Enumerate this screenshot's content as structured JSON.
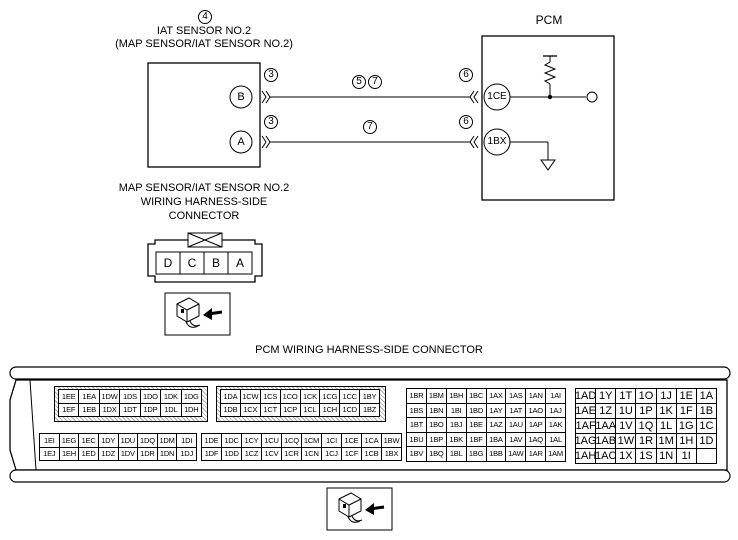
{
  "sensor": {
    "ref_callout": "4",
    "name_line1": "IAT SENSOR NO.2",
    "name_line2": "(MAP SENSOR/IAT SENSOR NO.2)",
    "pin_b": "B",
    "pin_a": "A",
    "pin_b_callout": "3",
    "pin_a_callout": "3"
  },
  "pcm": {
    "title": "PCM",
    "terminal_top": "1CE",
    "terminal_bottom": "1BX",
    "terminal_top_callout": "6",
    "terminal_bottom_callout": "6"
  },
  "wires": {
    "top_callout_a": "5",
    "top_callout_b": "7",
    "bottom_callout": "7"
  },
  "sensor_connector": {
    "caption_line1": "MAP SENSOR/IAT SENSOR NO.2",
    "caption_line2": "WIRING HARNESS-SIDE",
    "caption_line3": "CONNECTOR",
    "pins": [
      "D",
      "C",
      "B",
      "A"
    ]
  },
  "pcm_connector": {
    "caption": "PCM WIRING HARNESS-SIDE CONNECTOR",
    "block1": [
      [
        "1EE",
        "1EA",
        "1DW",
        "1DS",
        "1DO",
        "1DK",
        "1DG"
      ],
      [
        "1EF",
        "1EB",
        "1DX",
        "1DT",
        "1DP",
        "1DL",
        "1DH"
      ]
    ],
    "block2": [
      [
        "1DA",
        "1CW",
        "1CS",
        "1CO",
        "1CK",
        "1CG",
        "1CC",
        "1BY"
      ],
      [
        "1DB",
        "1CX",
        "1CT",
        "1CP",
        "1CL",
        "1CH",
        "1CD",
        "1BZ"
      ]
    ],
    "block3": [
      [
        "1EI",
        "1EG",
        "1EC",
        "1DY",
        "1DU",
        "1DQ",
        "1DM",
        "1DI"
      ],
      [
        "1EJ",
        "1EH",
        "1ED",
        "1DZ",
        "1DV",
        "1DR",
        "1DN",
        "1DJ"
      ]
    ],
    "block4": [
      [
        "1DE",
        "1DC",
        "1CY",
        "1CU",
        "1CQ",
        "1CM",
        "1CI",
        "1CE",
        "1CA",
        "1BW"
      ],
      [
        "1DF",
        "1DD",
        "1CZ",
        "1CV",
        "1CR",
        "1CN",
        "1CJ",
        "1CF",
        "1CB",
        "1BX"
      ]
    ],
    "block5": [
      [
        "1BR",
        "1BM",
        "1BH",
        "1BC",
        "1AX",
        "1AS",
        "1AN",
        "1AI"
      ],
      [
        "1BS",
        "1BN",
        "1BI",
        "1BD",
        "1AY",
        "1AT",
        "1AO",
        "1AJ"
      ],
      [
        "1BT",
        "1BO",
        "1BJ",
        "1BE",
        "1AZ",
        "1AU",
        "1AP",
        "1AK"
      ],
      [
        "1BU",
        "1BP",
        "1BK",
        "1BF",
        "1BA",
        "1AV",
        "1AQ",
        "1AL"
      ],
      [
        "1BV",
        "1BQ",
        "1BL",
        "1BG",
        "1BB",
        "1AW",
        "1AR",
        "1AM"
      ]
    ],
    "block6": [
      [
        "1AD",
        "1Y",
        "1T",
        "1O",
        "1J",
        "1E",
        "1A"
      ],
      [
        "1AE",
        "1Z",
        "1U",
        "1P",
        "1K",
        "1F",
        "1B"
      ],
      [
        "1AF",
        "1AA",
        "1V",
        "1Q",
        "1L",
        "1G",
        "1C"
      ],
      [
        "1AG",
        "1AB",
        "1W",
        "1R",
        "1M",
        "1H",
        "1D"
      ],
      [
        "1AH",
        "1AC",
        "1X",
        "1S",
        "1N",
        "1I",
        ""
      ]
    ]
  }
}
